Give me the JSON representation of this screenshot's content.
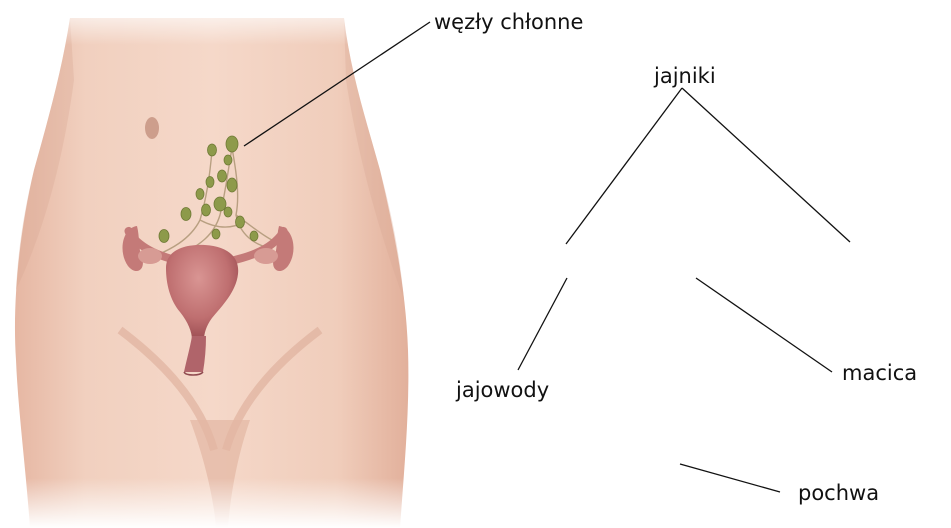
{
  "diagram": {
    "labels": {
      "lymph_nodes": "węzły chłonne",
      "ovaries": "jajniki",
      "fallopian_tubes": "jajowody",
      "uterus": "macica",
      "vagina": "pochwa"
    },
    "colors": {
      "background": "#ffffff",
      "skin": "#efcbb6",
      "skin_shadow": "#d9a894",
      "uterus": "#c47a78",
      "uterus_dark": "#9b4d52",
      "lymph_node": "#8d9a4a",
      "line": "#111111"
    }
  }
}
